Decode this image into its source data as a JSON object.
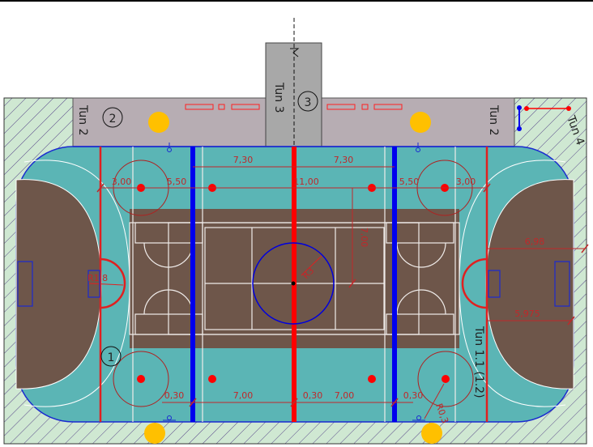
{
  "drawing": {
    "zones": {
      "zone_1": "1",
      "zone_2": "2",
      "zone_3": "3"
    },
    "labels": {
      "tun2_left": "Tun 2",
      "tun2_right": "Tun 2",
      "tun3": "Tun 3",
      "tun4": "Tun 4",
      "tun11": "Tun 1.1 (1.2)"
    },
    "dimensions": {
      "top_left_730": "7,30",
      "top_right_730": "7,30",
      "left_300": "3,00",
      "left_550": "5,50",
      "center_1100": "11,00",
      "right_550": "5,50",
      "right_300": "3,00",
      "vertical_700": "7,00",
      "radius_center": "R3",
      "radius_left": "R1,8",
      "right_698": "6,98",
      "right_5975": "5,975",
      "bottom_030_left": "0,30",
      "bottom_700_left": "7,00",
      "bottom_030_center": "0,30",
      "bottom_700_right": "7,00",
      "bottom_030_right": "0,30",
      "radius_small": "R0,3"
    },
    "colors": {
      "teal": "#5bb5b5",
      "brown": "#6e564a",
      "gray_strip": "#b7adb3",
      "red": "#ff0000",
      "blue": "#0000ee",
      "yellow": "#ffc000"
    }
  }
}
